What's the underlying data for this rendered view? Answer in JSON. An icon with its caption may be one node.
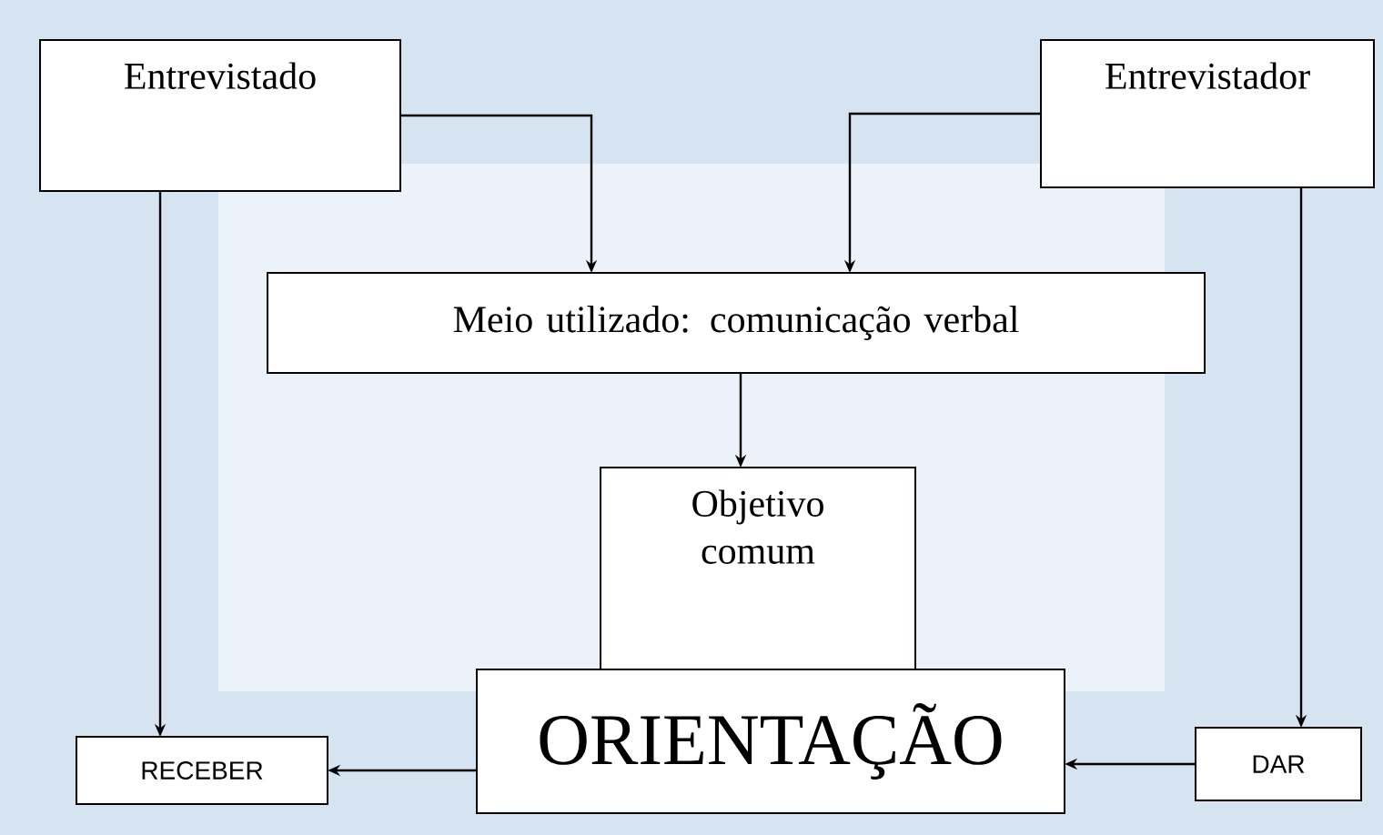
{
  "diagram": {
    "nodes": [
      {
        "text": [
          "Entrevistado"
        ]
      },
      {
        "text": [
          "Entrevistador"
        ]
      },
      {
        "text": [
          "Meio utilizado: comunicação verbal"
        ]
      },
      {
        "text": [
          "Objetivo comum"
        ]
      },
      {
        "text": [
          "ORIENTAÇÃO"
        ]
      },
      {
        "text": [
          "RECEBER"
        ]
      },
      {
        "text": [
          "DAR"
        ]
      }
    ],
    "edges": [
      {
        "from": 0,
        "to": 2,
        "arrow": "to"
      },
      {
        "from": 1,
        "to": 2,
        "arrow": "to"
      },
      {
        "from": 2,
        "to": 3,
        "arrow": "to"
      },
      {
        "from": 0,
        "to": 5,
        "arrow": "to"
      },
      {
        "from": 1,
        "to": 6,
        "arrow": "to"
      },
      {
        "from": 4,
        "to": 5,
        "arrow": "to"
      },
      {
        "from": 6,
        "to": 4,
        "arrow": "to"
      }
    ]
  }
}
